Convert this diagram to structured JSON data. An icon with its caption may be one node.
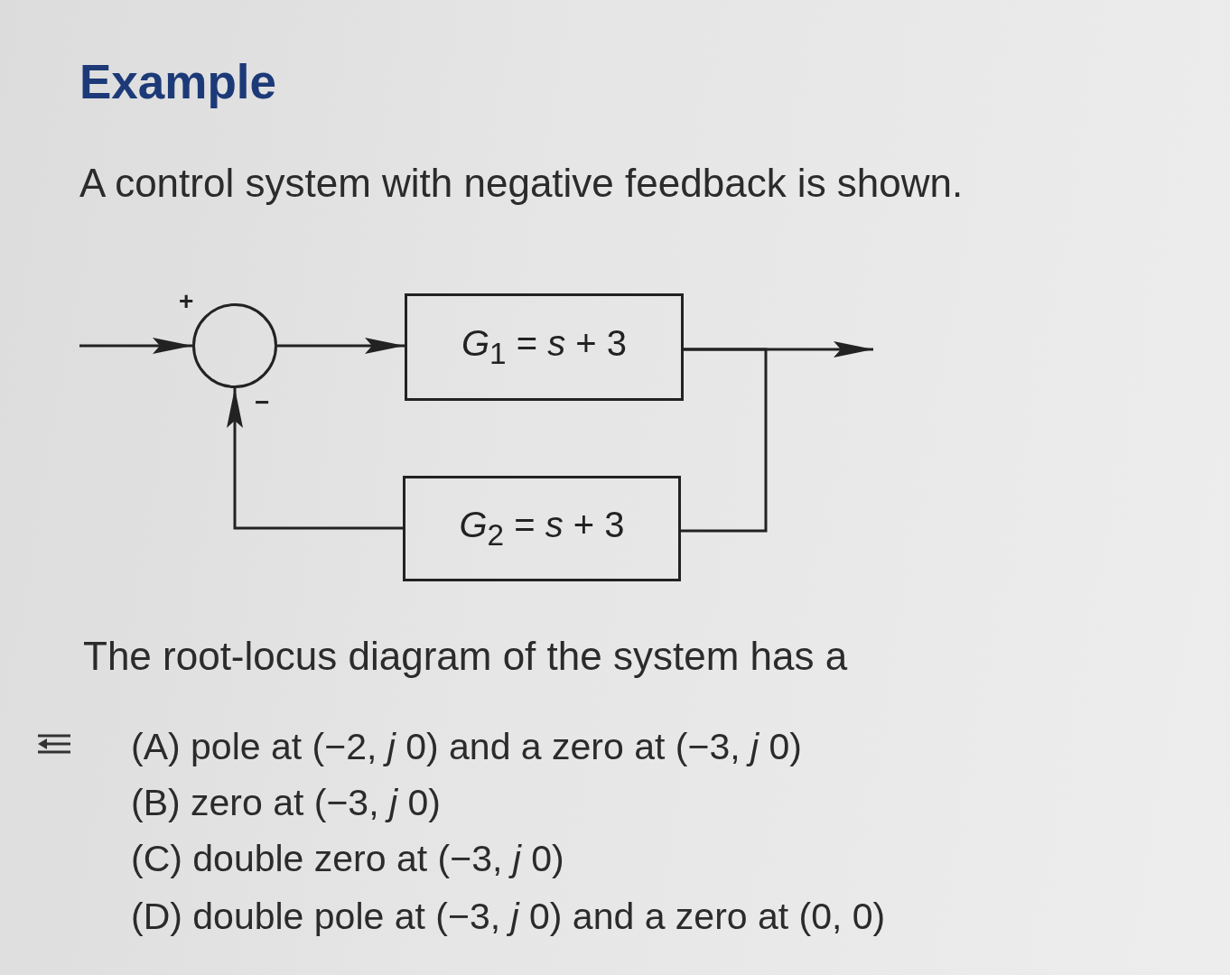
{
  "diagram": {
    "title": "Example",
    "nodes": [
      {
        "text": [],
        "shape": "circle",
        "beside": [
          "+",
          "−"
        ]
      },
      {
        "text": [
          "*G*$_{1}$ = *s* + 3"
        ]
      },
      {
        "text": [
          "*G*$_{2}$ = *s* + 3"
        ]
      }
    ],
    "edges": [
      {
        "from": null,
        "to": 0,
        "arrow": "to"
      },
      {
        "from": 0,
        "to": 1,
        "arrow": "to"
      },
      {
        "from": 1,
        "to": null,
        "arrow": "to"
      },
      {
        "from": 1,
        "to": 2,
        "arrow": "none"
      },
      {
        "from": 2,
        "to": 0,
        "arrow": "to"
      }
    ],
    "labels": [
      "A control system with negative feedback is shown.",
      "The root-locus diagram of the system has a",
      "(A) pole at (−2, *j* 0) and a zero at (−3, *j* 0)",
      "(B) zero at (−3, *j* 0)",
      "(C) double zero at (−3, *j* 0)",
      "(D) double pole at (−3, *j* 0) and a zero at (0, 0)"
    ]
  }
}
